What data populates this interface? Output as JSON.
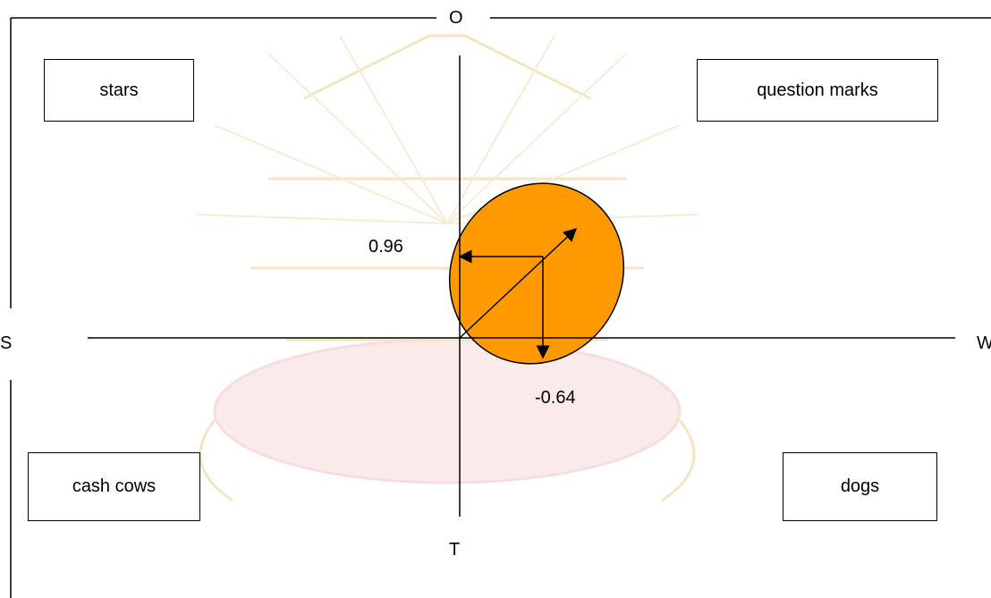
{
  "axes": {
    "top": "O",
    "bottom": "T",
    "left": "S",
    "right": "W"
  },
  "quadrants": {
    "top_left": "stars",
    "top_right": "question marks",
    "bottom_left": "cash cows",
    "bottom_right": "dogs"
  },
  "values": {
    "vertical": "0.96",
    "horizontal": "-0.64"
  },
  "colors": {
    "ellipse_fill": "#FF9900",
    "stroke": "#000000",
    "watermark": "#f6ecd0"
  }
}
